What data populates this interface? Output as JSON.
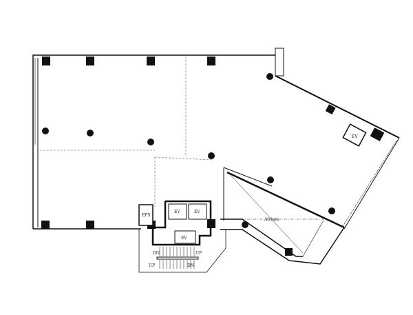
{
  "plan": {
    "eps_label": "EPS",
    "ev_labels": [
      "EV",
      "EV",
      "EV",
      "EV"
    ],
    "stair_labels": {
      "dn_top": "DN",
      "up_top": "UP",
      "up_bottom": "UP",
      "dn_bottom": "DN"
    },
    "atrium_label": "Atrium"
  },
  "colors": {
    "wall": "#111111",
    "column": "#111111",
    "background": "#ffffff"
  }
}
